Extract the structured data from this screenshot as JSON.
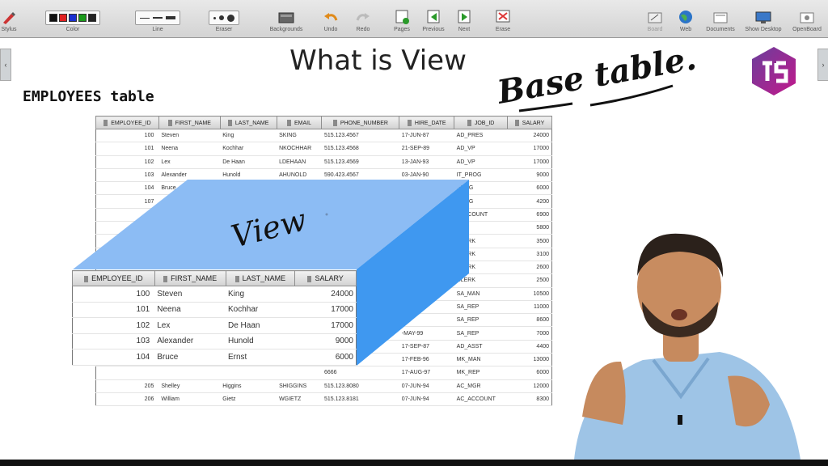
{
  "toolbar": {
    "stylus": "Stylus",
    "color": "Color",
    "line": "Line",
    "eraser": "Eraser",
    "backgrounds": "Backgrounds",
    "undo": "Undo",
    "redo": "Redo",
    "pages": "Pages",
    "previous": "Previous",
    "next": "Next",
    "erase": "Erase",
    "board": "Board",
    "web": "Web",
    "documents": "Documents",
    "show_desktop": "Show Desktop",
    "openboard": "OpenBoard",
    "swatches": [
      "#111111",
      "#e02020",
      "#1a2fd0",
      "#1a9a1a",
      "#222222"
    ]
  },
  "slide": {
    "title": "What is View",
    "table_title": "EMPLOYEES table",
    "annotation_base_table": "Base table.",
    "annotation_view": "View"
  },
  "base_table": {
    "columns": [
      "EMPLOYEE_ID",
      "FIRST_NAME",
      "LAST_NAME",
      "EMAIL",
      "PHONE_NUMBER",
      "HIRE_DATE",
      "JOB_ID",
      "SALARY"
    ],
    "rows": [
      [
        "100",
        "Steven",
        "King",
        "SKING",
        "515.123.4567",
        "17-JUN-87",
        "AD_PRES",
        "24000"
      ],
      [
        "101",
        "Neena",
        "Kochhar",
        "NKOCHHAR",
        "515.123.4568",
        "21-SEP-89",
        "AD_VP",
        "17000"
      ],
      [
        "102",
        "Lex",
        "De Haan",
        "LDEHAAN",
        "515.123.4569",
        "13-JAN-93",
        "AD_VP",
        "17000"
      ],
      [
        "103",
        "Alexander",
        "Hunold",
        "AHUNOLD",
        "590.423.4567",
        "03-JAN-90",
        "IT_PROG",
        "9000"
      ],
      [
        "104",
        "Bruce",
        "",
        "",
        "",
        "",
        "PROG",
        "6000"
      ],
      [
        "107",
        "",
        "",
        "",
        "",
        "",
        "PROG",
        "4200"
      ],
      [
        "",
        "",
        "",
        "",
        "",
        "",
        "_ACCOUNT",
        "6900"
      ],
      [
        "",
        "",
        "",
        "",
        "",
        "",
        "MAN",
        "5800"
      ],
      [
        "",
        "",
        "",
        "",
        "",
        "",
        "CLERK",
        "3500"
      ],
      [
        "",
        "",
        "",
        "",
        "",
        "",
        "CLERK",
        "3100"
      ],
      [
        "",
        "",
        "",
        "",
        "",
        "",
        "CLERK",
        "2600"
      ],
      [
        "",
        "",
        "",
        "",
        "",
        "",
        "CLERK",
        "2500"
      ],
      [
        "",
        "",
        "",
        "",
        "",
        "",
        "SA_MAN",
        "10500"
      ],
      [
        "",
        "",
        "",
        "",
        "",
        "",
        "SA_REP",
        "11000"
      ],
      [
        "",
        "",
        "",
        "",
        "",
        "-98",
        "SA_REP",
        "8600"
      ],
      [
        "",
        "",
        "",
        "",
        "",
        "-MAY-99",
        "SA_REP",
        "7000"
      ],
      [
        "",
        "",
        "",
        "",
        "",
        "17-SEP-87",
        "AD_ASST",
        "4400"
      ],
      [
        "",
        "",
        "",
        "",
        "",
        "17-FEB-96",
        "MK_MAN",
        "13000"
      ],
      [
        "",
        "",
        "",
        "",
        "6666",
        "17-AUG-97",
        "MK_REP",
        "6000"
      ],
      [
        "205",
        "Shelley",
        "Higgins",
        "SHIGGINS",
        "515.123.8080",
        "07-JUN-94",
        "AC_MGR",
        "12000"
      ],
      [
        "206",
        "William",
        "Gietz",
        "WGIETZ",
        "515.123.8181",
        "07-JUN-94",
        "AC_ACCOUNT",
        "8300"
      ]
    ]
  },
  "view_table": {
    "columns": [
      "EMPLOYEE_ID",
      "FIRST_NAME",
      "LAST_NAME",
      "SALARY"
    ],
    "rows": [
      [
        "100",
        "Steven",
        "King",
        "24000"
      ],
      [
        "101",
        "Neena",
        "Kochhar",
        "17000"
      ],
      [
        "102",
        "Lex",
        "De Haan",
        "17000"
      ],
      [
        "103",
        "Alexander",
        "Hunold",
        "9000"
      ],
      [
        "104",
        "Bruce",
        "Ernst",
        "6000"
      ]
    ]
  },
  "colors": {
    "box_top": "#8cbcf4",
    "box_side": "#3f98f0",
    "logo_purple": "#6a3f9c",
    "logo_pink": "#c2188b"
  }
}
